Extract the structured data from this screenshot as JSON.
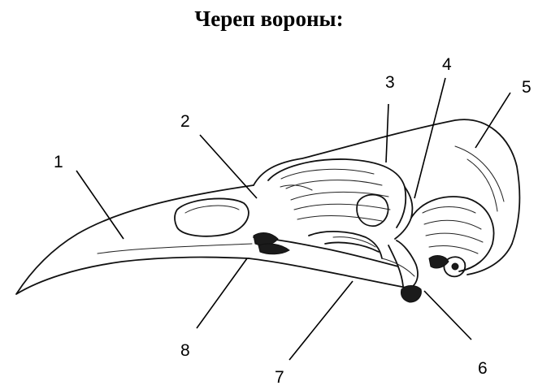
{
  "title": "Череп вороны:",
  "labels": [
    {
      "id": "1",
      "text": "1"
    },
    {
      "id": "2",
      "text": "2"
    },
    {
      "id": "3",
      "text": "3"
    },
    {
      "id": "4",
      "text": "4"
    },
    {
      "id": "5",
      "text": "5"
    },
    {
      "id": "6",
      "text": "6"
    },
    {
      "id": "7",
      "text": "7"
    },
    {
      "id": "8",
      "text": "8"
    }
  ]
}
